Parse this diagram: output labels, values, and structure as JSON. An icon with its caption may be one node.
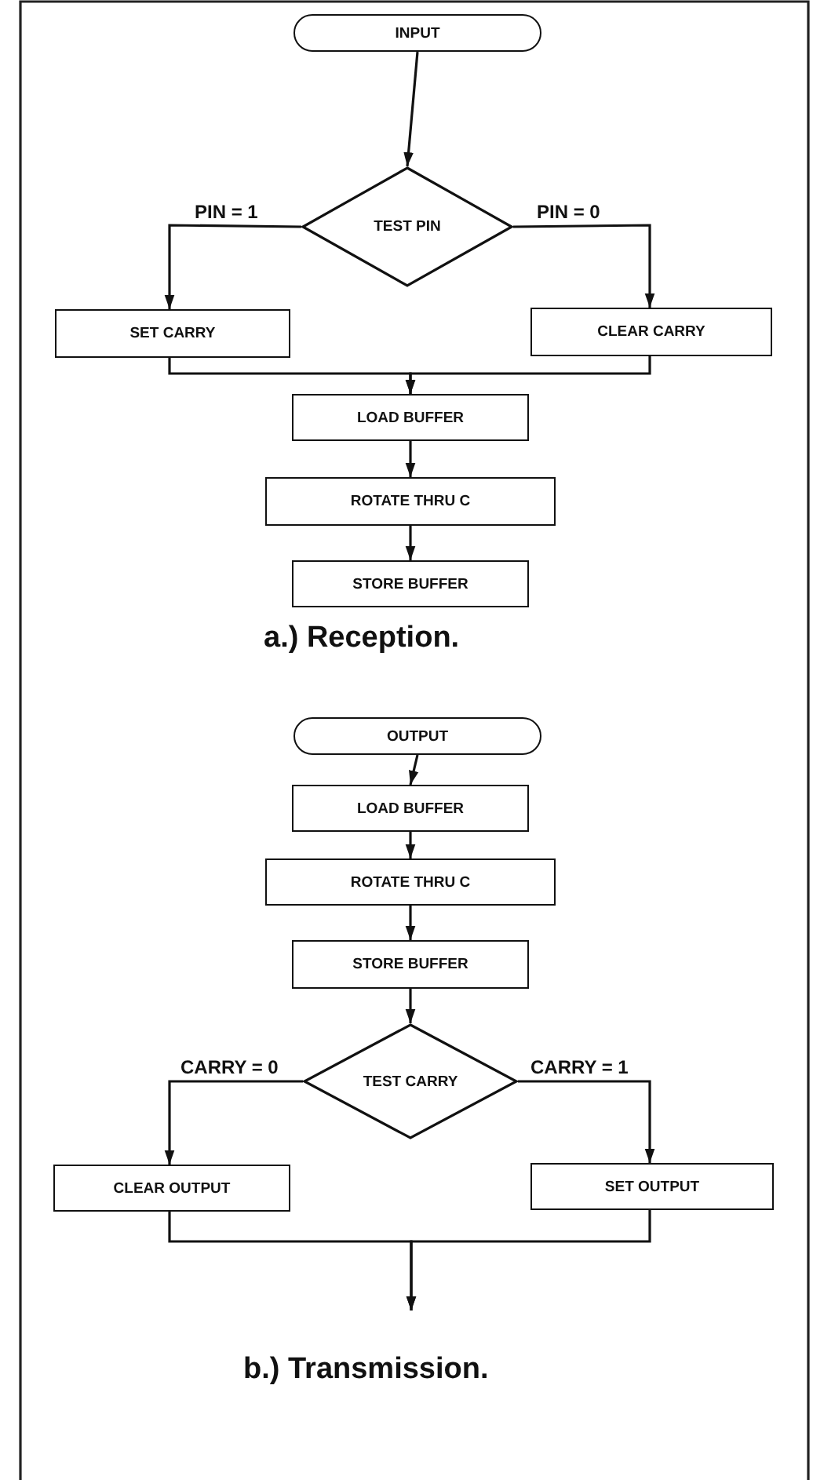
{
  "diagram": {
    "nodes": [
      {
        "text": [
          "INPUT"
        ]
      },
      {
        "text": [
          "TEST PIN"
        ]
      },
      {
        "text": [
          "SET CARRY"
        ]
      },
      {
        "text": [
          "CLEAR CARRY"
        ]
      },
      {
        "text": [
          "LOAD BUFFER"
        ]
      },
      {
        "text": [
          "ROTATE THRU C"
        ]
      },
      {
        "text": [
          "STORE BUFFER"
        ]
      },
      {
        "text": [
          "OUTPUT"
        ]
      },
      {
        "text": [
          "LOAD BUFFER"
        ]
      },
      {
        "text": [
          "ROTATE THRU C"
        ]
      },
      {
        "text": [
          "STORE BUFFER"
        ]
      },
      {
        "text": [
          "TEST CARRY"
        ]
      },
      {
        "text": [
          "CLEAR OUTPUT"
        ]
      },
      {
        "text": [
          "SET OUTPUT"
        ]
      }
    ],
    "edges": [
      {
        "from": 0,
        "to": 1,
        "arrow": "to"
      },
      {
        "from": 1,
        "to": 2,
        "arrow": "to",
        "label": "PIN = 1"
      },
      {
        "from": 1,
        "to": 3,
        "arrow": "to",
        "label": "PIN = 0"
      },
      {
        "from": 2,
        "to": 4,
        "arrow": "to"
      },
      {
        "from": 3,
        "to": 4,
        "arrow": "to"
      },
      {
        "from": 4,
        "to": 5,
        "arrow": "to"
      },
      {
        "from": 5,
        "to": 6,
        "arrow": "to"
      },
      {
        "from": 7,
        "to": 8,
        "arrow": "to"
      },
      {
        "from": 8,
        "to": 9,
        "arrow": "to"
      },
      {
        "from": 9,
        "to": 10,
        "arrow": "to"
      },
      {
        "from": 10,
        "to": 11,
        "arrow": "to"
      },
      {
        "from": 11,
        "to": 12,
        "arrow": "to",
        "label": "CARRY = 0"
      },
      {
        "from": 11,
        "to": 13,
        "arrow": "to",
        "label": "CARRY = 1"
      },
      {
        "from": 12,
        "to": null,
        "arrow": "to"
      },
      {
        "from": 13,
        "to": null,
        "arrow": "to"
      }
    ],
    "labels": [
      "a.) Reception.",
      "b.) Transmission."
    ]
  }
}
